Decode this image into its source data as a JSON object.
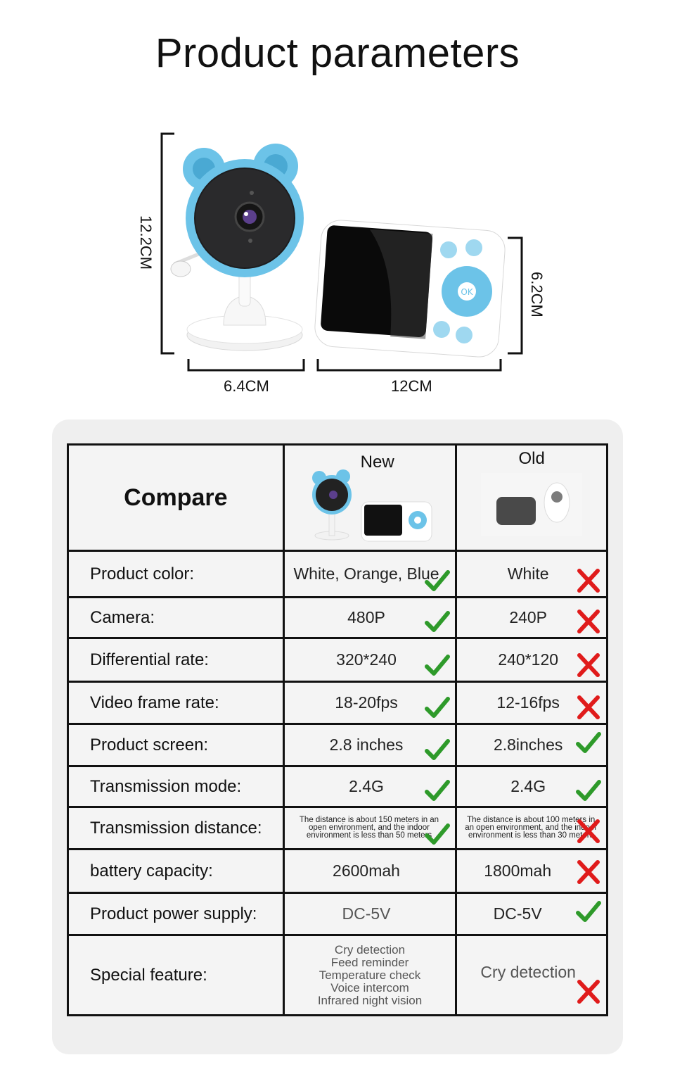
{
  "title": "Product parameters",
  "dimensions": {
    "camera_height": "12.2CM",
    "camera_width": "6.4CM",
    "monitor_width": "12CM",
    "monitor_height": "6.2CM"
  },
  "compare": {
    "heading": "Compare",
    "col_new": "New",
    "col_old": "Old",
    "rows": [
      {
        "label": "Product color:",
        "new": "White, Orange, Blue",
        "new_mark": "check",
        "old": "White",
        "old_mark": "cross"
      },
      {
        "label": "Camera:",
        "new": "480P",
        "new_mark": "check",
        "old": "240P",
        "old_mark": "cross"
      },
      {
        "label": "Differential rate:",
        "new": "320*240",
        "new_mark": "check",
        "old": "240*120",
        "old_mark": "cross"
      },
      {
        "label": "Video frame rate:",
        "new": "18-20fps",
        "new_mark": "check",
        "old": "12-16fps",
        "old_mark": "cross"
      },
      {
        "label": "Product screen:",
        "new": "2.8 inches",
        "new_mark": "check",
        "old": "2.8inches",
        "old_mark": "check"
      },
      {
        "label": "Transmission mode:",
        "new": "2.4G",
        "new_mark": "check",
        "old": "2.4G",
        "old_mark": "check"
      },
      {
        "label": "Transmission distance:",
        "new": "The distance is about 150 meters in an open environment, and the indoor environment is less than 50 meters",
        "new_mark": "check",
        "old": "The distance is about 100 meters in an open environment, and the indoor environment is less than 30 meters",
        "old_mark": "cross"
      },
      {
        "label": "battery capacity:",
        "new": "2600mah",
        "new_mark": "none",
        "old": "1800mah",
        "old_mark": "cross"
      },
      {
        "label": "Product power supply:",
        "new": "DC-5V",
        "new_mark": "none",
        "old": "DC-5V",
        "old_mark": "check"
      }
    ],
    "special": {
      "label": "Special feature:",
      "new": [
        "Cry detection",
        "Feed reminder",
        "Temperature check",
        "Voice intercom",
        "Infrared night vision"
      ],
      "old": "Cry detection",
      "old_mark": "cross"
    }
  },
  "colors": {
    "check": "#2e9a2a",
    "cross": "#e01b1b",
    "accent_blue": "#6cc3e8"
  }
}
